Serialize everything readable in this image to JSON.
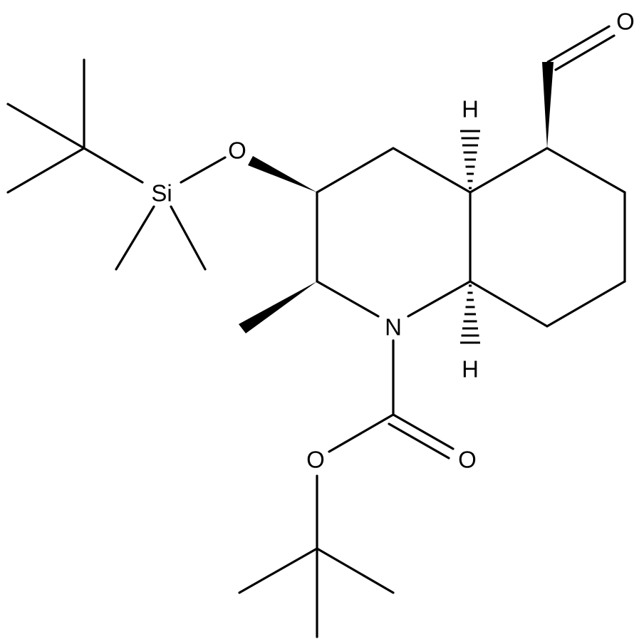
{
  "atoms": {
    "aldehyde_oxygen": "O",
    "silyl_ether_oxygen": "O",
    "silicon": "Si",
    "nitrogen": "N",
    "ester_oxygen": "O",
    "carbonyl_oxygen": "O",
    "h_ring_junction_top": "H",
    "h_ring_junction_bottom": "H"
  }
}
